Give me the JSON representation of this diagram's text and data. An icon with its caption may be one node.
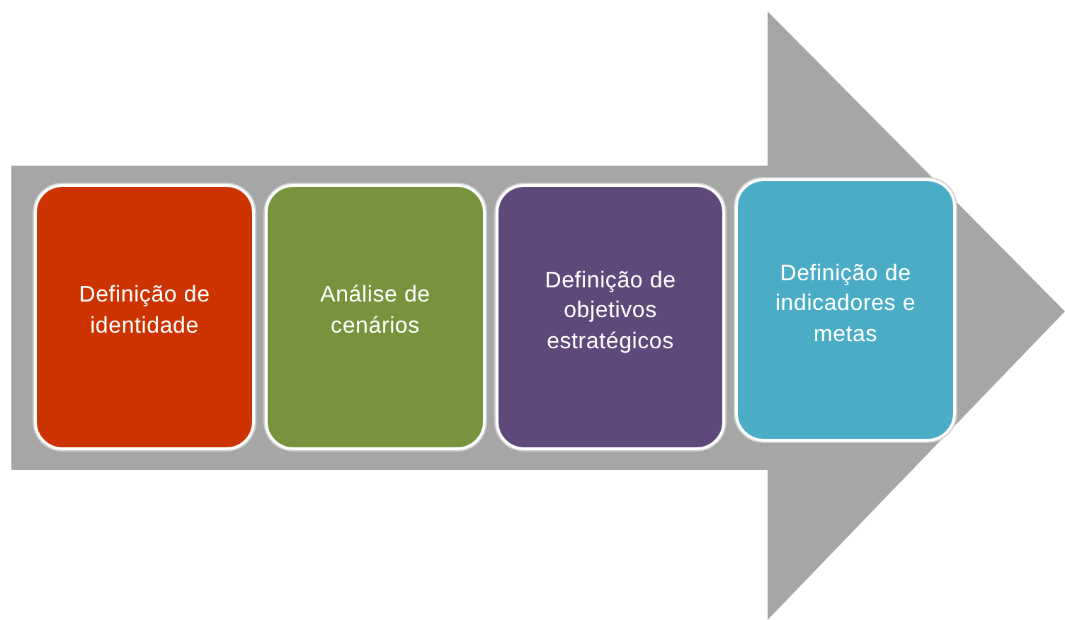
{
  "diagram": {
    "nodes": [
      {
        "text": [
          "Definição de identidade"
        ]
      },
      {
        "text": [
          "Análise de cenários"
        ]
      },
      {
        "text": [
          "Definição de objetivos estratégicos"
        ]
      },
      {
        "text": [
          "Definição de indicadores e metas"
        ]
      }
    ]
  }
}
